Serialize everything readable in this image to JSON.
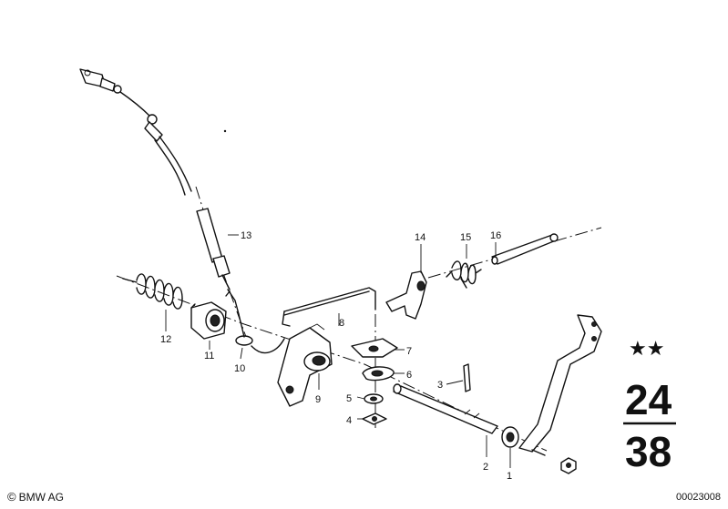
{
  "callouts": {
    "c1": "1",
    "c2": "2",
    "c3": "3",
    "c4": "4",
    "c5": "5",
    "c6": "6",
    "c7": "7",
    "c8": "8",
    "c9": "9",
    "c10": "10",
    "c11": "11",
    "c12": "12",
    "c13": "13",
    "c14": "14",
    "c15": "15",
    "c16": "16"
  },
  "page_ref": {
    "top": "24",
    "bottom": "38",
    "stars": "★★"
  },
  "footer": {
    "copyright_symbol": "©",
    "copyright": "BMW AG",
    "doc_number": "00023008"
  }
}
